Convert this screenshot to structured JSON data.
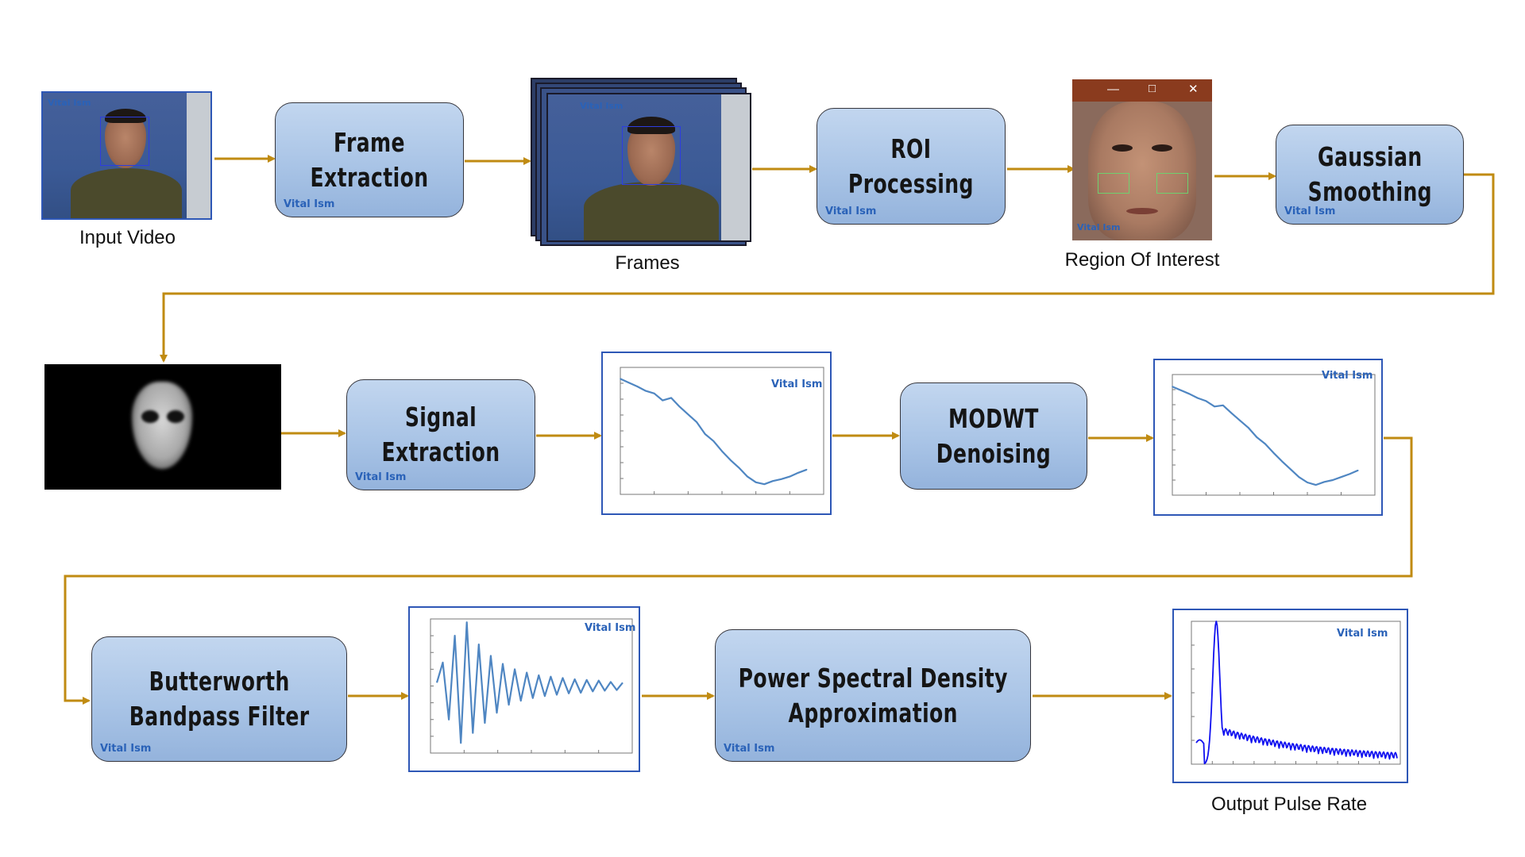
{
  "colors": {
    "arrow": "#c08b12",
    "box_fill_top": "#c2d6ef",
    "box_fill_bottom": "#94b3dc",
    "frame_border": "#2e57b6",
    "signal_line": "#4f86c2",
    "psd_line": "#1010f0"
  },
  "logo_text": "Vital Ism",
  "process_steps": {
    "frame_extraction": {
      "line1": "Frame",
      "line2": "Extraction"
    },
    "roi_processing": {
      "line1": "ROI",
      "line2": "Processing"
    },
    "gaussian_smoothing": {
      "line1": "Gaussian",
      "line2": "Smoothing"
    },
    "signal_extraction": {
      "line1": "Signal",
      "line2": "Extraction"
    },
    "modwt_denoising": {
      "line1": "MODWT",
      "line2": "Denoising"
    },
    "butterworth": {
      "line1": "Butterworth",
      "line2": "Bandpass Filter"
    },
    "psd": {
      "line1": "Power Spectral Density",
      "line2": "Approximation"
    }
  },
  "captions": {
    "input_video": "Input Video",
    "frames": "Frames",
    "region_of_interest": "Region Of Interest",
    "output_pulse_rate": "Output Pulse Rate"
  },
  "plots": {
    "raw_signal": {
      "type": "line",
      "x": [
        0,
        0.5,
        1,
        1.5,
        2,
        2.5,
        3,
        3.5,
        4,
        4.5,
        5,
        5.5,
        6,
        6.5,
        7,
        7.5,
        8,
        8.5,
        9,
        9.5,
        10,
        10.5,
        11
      ],
      "y": [
        8.2,
        7.6,
        7.0,
        6.3,
        5.9,
        4.8,
        5.2,
        3.8,
        2.6,
        1.4,
        -0.5,
        -1.6,
        -3.2,
        -4.6,
        -5.8,
        -7.2,
        -8.1,
        -8.4,
        -7.9,
        -7.6,
        -7.2,
        -6.6,
        -6.1
      ],
      "xlim": [
        0,
        12
      ],
      "ylim": [
        -10,
        10
      ]
    },
    "denoised_signal": {
      "type": "line",
      "x": [
        0,
        0.5,
        1,
        1.5,
        2,
        2.5,
        3,
        3.5,
        4,
        4.5,
        5,
        5.5,
        6,
        6.5,
        7,
        7.5,
        8,
        8.5,
        9,
        9.5,
        10,
        10.5,
        11
      ],
      "y": [
        8.0,
        7.4,
        6.8,
        6.1,
        5.6,
        4.7,
        4.9,
        3.6,
        2.4,
        1.2,
        -0.4,
        -1.5,
        -3.0,
        -4.4,
        -5.7,
        -7.0,
        -7.9,
        -8.3,
        -7.8,
        -7.5,
        -7.0,
        -6.5,
        -5.9
      ],
      "xlim": [
        0,
        12
      ],
      "ylim": [
        -10,
        10
      ]
    },
    "filtered_signal": {
      "type": "line",
      "ylim": [
        -1,
        1
      ],
      "xlim": [
        0,
        10
      ],
      "y": [
        0.05,
        0.35,
        -0.5,
        0.75,
        -0.85,
        0.95,
        -0.7,
        0.62,
        -0.55,
        0.45,
        -0.4,
        0.33,
        -0.28,
        0.25,
        -0.22,
        0.2,
        -0.18,
        0.16,
        -0.15,
        0.14,
        -0.13,
        0.12,
        -0.11,
        0.1,
        -0.1,
        0.09,
        -0.08,
        0.08,
        -0.07,
        0.06,
        -0.06,
        0.05
      ]
    },
    "psd": {
      "type": "line",
      "peak_x": 0.1,
      "ylim": [
        0,
        1
      ],
      "xlim": [
        0,
        1
      ]
    }
  }
}
